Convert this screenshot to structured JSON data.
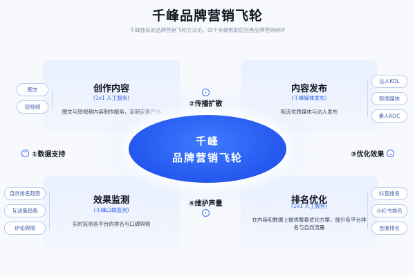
{
  "header": {
    "title": "千峰品牌营销飞轮",
    "subtitle": "千峰独有的品牌营销飞轮方法论，四个步骤帮助您完善品牌营销闭环"
  },
  "center": {
    "line1": "千峰",
    "line2": "品牌营销飞轮"
  },
  "quadrants": {
    "tl": {
      "title": "创作内容",
      "subtitle": "(1v1 人工服务)",
      "desc": "图文与短视频内容制作服务，定期定量产出"
    },
    "tr": {
      "title": "内容发布",
      "subtitle": "(千峰媒体发布)",
      "desc": "甄选优质媒体与达人发布"
    },
    "bl": {
      "title": "效果监测",
      "subtitle": "(千峰口碑监测)",
      "desc": "实时监测各平台的排名与口碑舆情"
    },
    "br": {
      "title": "排名优化",
      "subtitle": "(1v1 人工服务)",
      "desc": "在内容和数据上提供整套优化方案，提升各平台排名与自然流量"
    }
  },
  "connectors": {
    "top": {
      "label": "②传播扩散",
      "arrow": "›"
    },
    "right": {
      "label": "③优化效果",
      "arrow": "⌄"
    },
    "bottom": {
      "label": "④维护声量",
      "arrow": "‹"
    },
    "left": {
      "label": "①数据支持",
      "arrow": "⌃"
    }
  },
  "tags": {
    "tl": [
      "图文",
      "短视频"
    ],
    "tr": [
      "达人KOL",
      "新闻媒体",
      "素人KOC"
    ],
    "bl": [
      "自然排名趋势",
      "互动量趋势",
      "评论舆情"
    ],
    "br": [
      "抖音排名",
      "小红书排名",
      "百度排名"
    ]
  },
  "colors": {
    "accent": "#2457ee",
    "card": "#eaf1fe",
    "tag_border": "#b9c9ef"
  }
}
